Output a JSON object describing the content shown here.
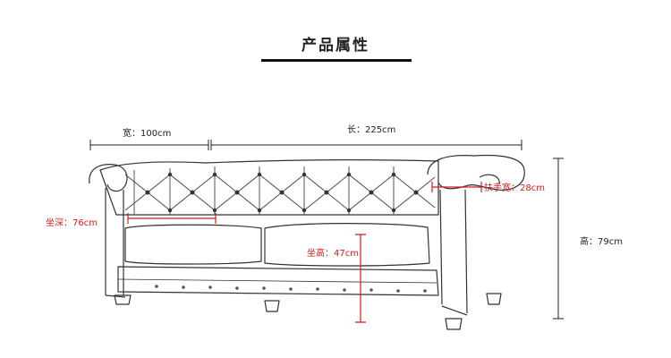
{
  "header": {
    "title": "产品属性"
  },
  "dimensions": {
    "width": "宽：100cm",
    "length": "长：225cm",
    "height": "高：79cm",
    "armrest_width": "扶手宽：28cm",
    "seat_depth": "坐深：76cm",
    "seat_height": "坐高：47cm"
  },
  "colors": {
    "accent": "#d21c1c",
    "line": "#222222"
  }
}
